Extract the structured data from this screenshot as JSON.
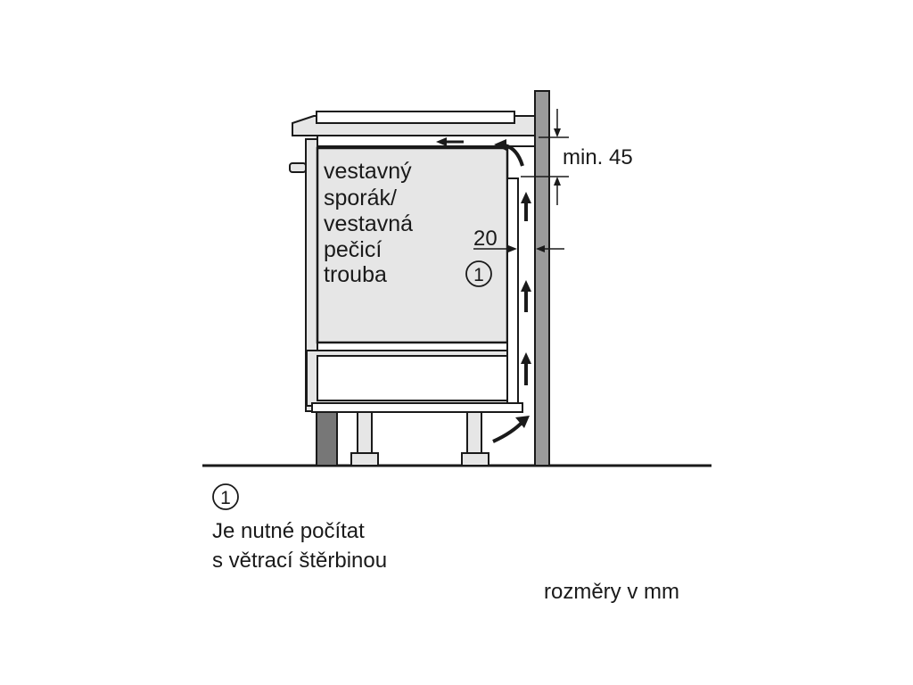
{
  "appliance_label": {
    "lines": [
      "vestavný",
      "sporák/",
      "vestavná",
      "pečicí",
      "trouba"
    ]
  },
  "callout_marker": "1",
  "dimensions": {
    "top_gap": "min. 45",
    "side_gap": "20"
  },
  "footnote": {
    "marker": "1",
    "lines": [
      "Je nutné počítat",
      "s větrací štěrbinou"
    ]
  },
  "units_note": "rozměry v mm",
  "colors": {
    "fill_light": "#e6e6e6",
    "fill_wall": "#9a9a9a",
    "fill_plinth": "#777777",
    "stroke": "#1a1a1a"
  }
}
